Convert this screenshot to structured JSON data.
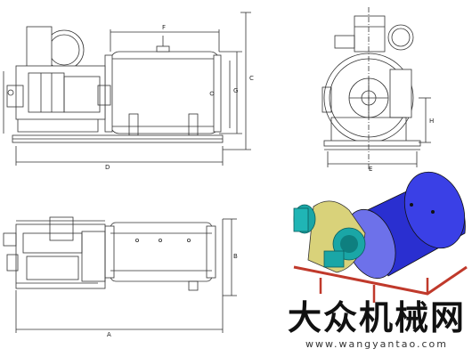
{
  "dimensions": {
    "front_F": "F",
    "front_C": "C",
    "front_G": "G",
    "front_D": "D",
    "side_E": "E",
    "side_H": "H",
    "top_B": "B",
    "top_A": "A"
  },
  "watermark": {
    "brand_cn": "大众机械网",
    "url": "www.wangyantao.com"
  },
  "colors": {
    "line": "#333333",
    "boiler_body": "#2a2fd0",
    "burner_teal": "#1aa6a6",
    "housing_yellow": "#d9d27a",
    "frame_red": "#c0392b"
  }
}
